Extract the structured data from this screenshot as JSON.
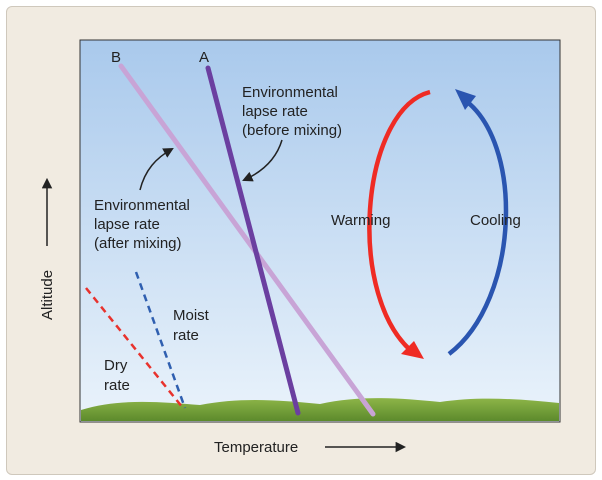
{
  "lines": {
    "b": "B",
    "a": "A"
  },
  "labels": {
    "env_before": [
      "Environmental",
      "lapse rate",
      "(before mixing)"
    ],
    "env_after": [
      "Environmental",
      "lapse rate",
      "(after mixing)"
    ],
    "moist": [
      "Moist",
      "rate"
    ],
    "dry": [
      "Dry",
      "rate"
    ],
    "warming": "Warming",
    "cooling": "Cooling"
  },
  "axes": {
    "y": "Altitude",
    "x": "Temperature"
  },
  "colors": {
    "sky_top": "#a9c9ec",
    "sky_bottom": "#e9f2fb",
    "line_a": "#6b3fa0",
    "line_b": "#c8a4d6",
    "dry": "#e8322d",
    "moist": "#2f5fb0",
    "warming": "#ef2b24",
    "cooling": "#2a55b0",
    "ground": "#6f9a3a"
  }
}
